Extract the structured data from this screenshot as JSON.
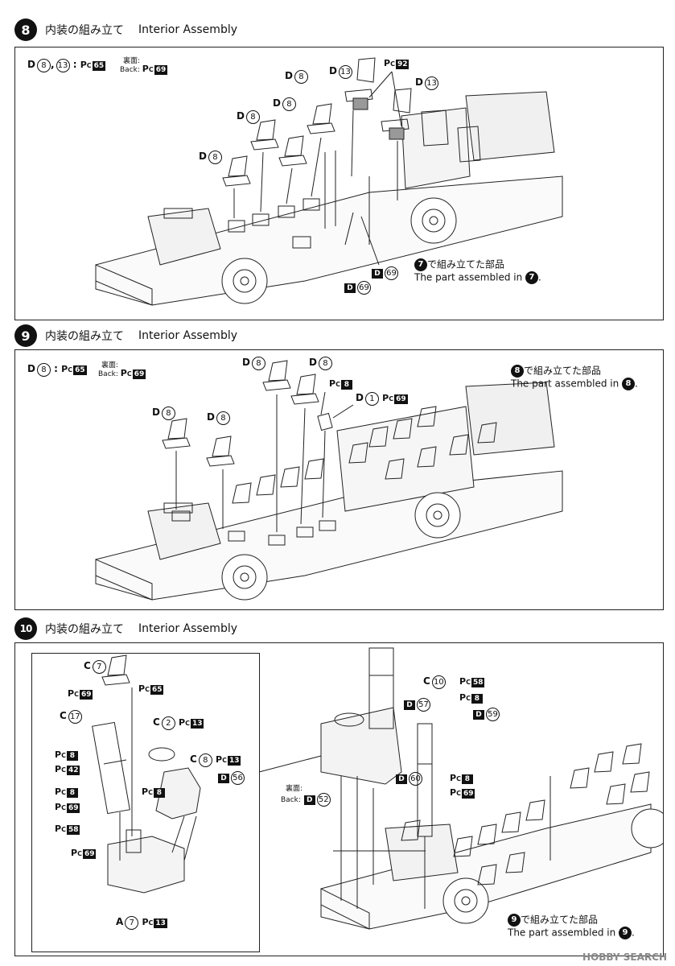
{
  "steps": [
    {
      "number": "8",
      "title_jp": "内装の組み立て",
      "title_en": "Interior Assembly",
      "paint_note": {
        "part": "D",
        "nums": [
          "8",
          "13"
        ],
        "sep": ":",
        "color": "65",
        "back_jp": "裏面:",
        "back_en": "Back:",
        "back_color": "69"
      },
      "callouts": [
        {
          "part": "D",
          "num": "8"
        },
        {
          "part": "D",
          "num": "8"
        },
        {
          "part": "D",
          "num": "8"
        },
        {
          "part": "D",
          "num": "8"
        },
        {
          "part": "D",
          "num": "13"
        },
        {
          "part": "D",
          "num": "13"
        }
      ],
      "color_tag": "92",
      "d69_a": "69",
      "d69_b": "69",
      "assembled_jp": "で組み立てた部品",
      "assembled_en": "The part assembled in",
      "assembled_ref": "7"
    },
    {
      "number": "9",
      "title_jp": "内装の組み立て",
      "title_en": "Interior Assembly",
      "paint_note": {
        "part": "D",
        "nums": [
          "8"
        ],
        "sep": ":",
        "color": "65",
        "back_jp": "裏面:",
        "back_en": "Back:",
        "back_color": "69"
      },
      "callouts": [
        {
          "part": "D",
          "num": "8"
        },
        {
          "part": "D",
          "num": "8"
        },
        {
          "part": "D",
          "num": "8"
        },
        {
          "part": "D",
          "num": "8"
        }
      ],
      "color_tag": "8",
      "d1": {
        "part": "D",
        "num": "1",
        "color": "69"
      },
      "assembled_jp": "で組み立てた部品",
      "assembled_en": "The part assembled in",
      "assembled_ref": "8"
    },
    {
      "number": "10",
      "title_jp": "内装の組み立て",
      "title_en": "Interior Assembly",
      "inset": {
        "c7": {
          "part": "C",
          "num": "7"
        },
        "c17": {
          "part": "C",
          "num": "17"
        },
        "c2": {
          "part": "C",
          "num": "2",
          "color": "13"
        },
        "c8": {
          "part": "C",
          "num": "8",
          "color": "13"
        },
        "a7": {
          "part": "A",
          "num": "7",
          "color": "13"
        },
        "d56": "56",
        "colors_left": [
          "69",
          "8",
          "42",
          "8",
          "69",
          "58",
          "69"
        ],
        "color_65": "65",
        "color_8r": "8"
      },
      "main": {
        "c10": {
          "part": "C",
          "num": "10"
        },
        "d57": "57",
        "d60": "60",
        "d59": "59",
        "d52": "52",
        "back_jp": "裏面:",
        "back_en": "Back:",
        "colors_right": [
          "58",
          "8"
        ],
        "colors_lower": [
          "8",
          "69"
        ]
      },
      "assembled_jp": "で組み立てた部品",
      "assembled_en": "The part assembled in",
      "assembled_ref": "9"
    }
  ],
  "pc_label": "P",
  "pc_sub": "C",
  "watermark": "HOBBY SEARCH"
}
